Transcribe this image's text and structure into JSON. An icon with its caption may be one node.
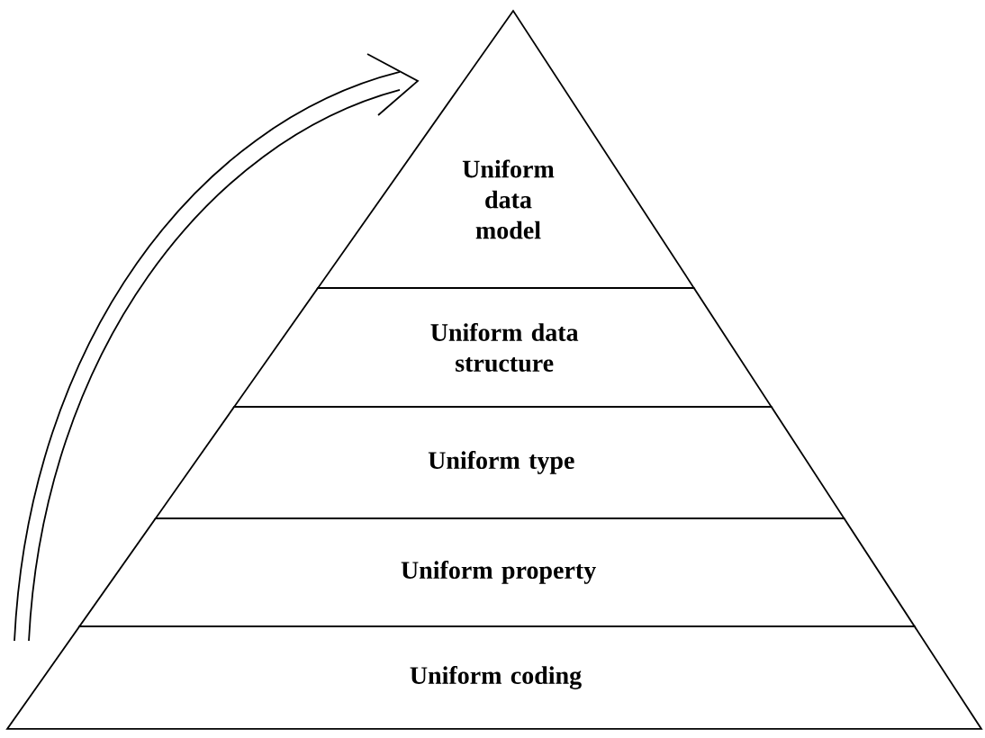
{
  "diagram": {
    "nodes": [
      {
        "text": [
          "Uniform data model"
        ]
      },
      {
        "text": [
          "Uniform data structure"
        ]
      },
      {
        "text": [
          "Uniform type"
        ]
      },
      {
        "text": [
          "Uniform property"
        ]
      },
      {
        "text": [
          "Uniform coding"
        ]
      }
    ]
  }
}
